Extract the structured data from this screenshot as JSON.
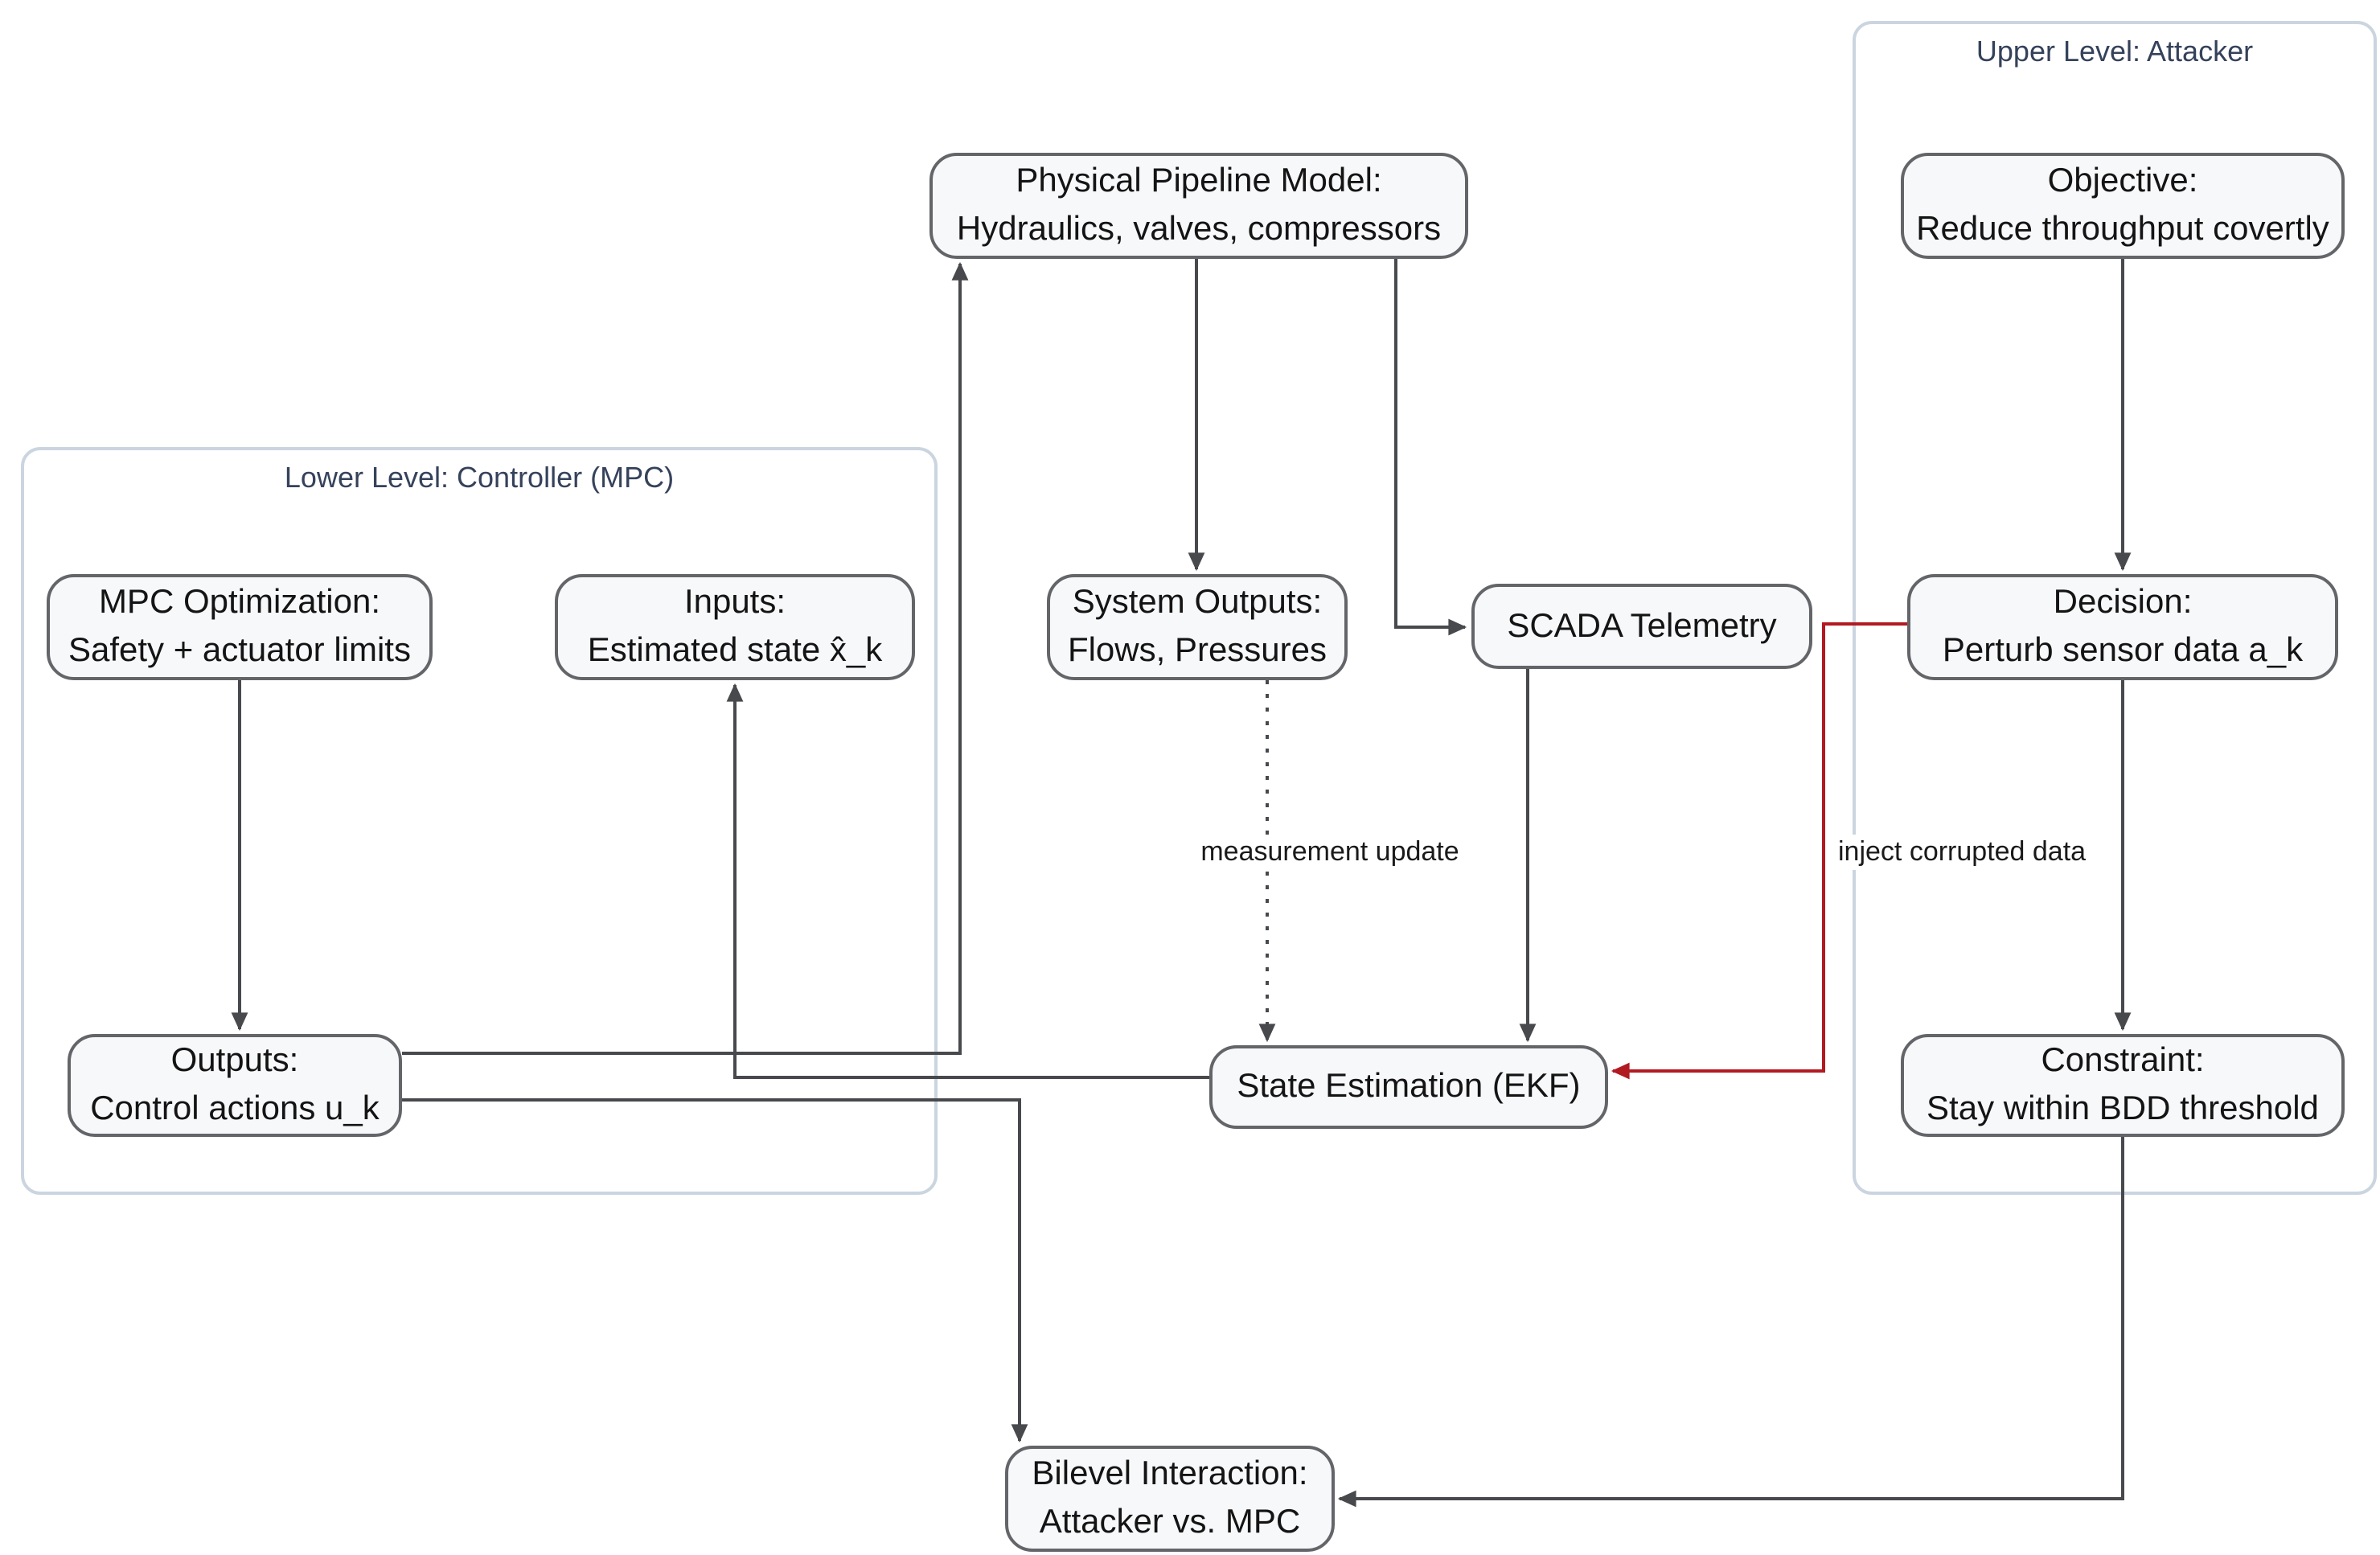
{
  "diagram": {
    "type": "flowchart",
    "clusters": {
      "lower": {
        "label": "Lower Level: Controller (MPC)"
      },
      "upper": {
        "label": "Upper Level: Attacker"
      }
    },
    "nodes": {
      "pipeline": {
        "line1": "Physical Pipeline Model:",
        "line2": "Hydraulics, valves, compressors"
      },
      "objective": {
        "line1": "Objective:",
        "line2": "Reduce throughput covertly"
      },
      "mpc": {
        "line1": "MPC Optimization:",
        "line2": "Safety + actuator limits"
      },
      "inputs": {
        "line1": "Inputs:",
        "line2": "Estimated state x̂_k"
      },
      "sysout": {
        "line1": "System Outputs:",
        "line2": "Flows, Pressures"
      },
      "scada": {
        "line1": "SCADA Telemetry"
      },
      "decision": {
        "line1": "Decision:",
        "line2": "Perturb sensor data a_k"
      },
      "outputs": {
        "line1": "Outputs:",
        "line2": "Control actions u_k"
      },
      "ekf": {
        "line1": "State Estimation (EKF)"
      },
      "constraint": {
        "line1": "Constraint:",
        "line2": "Stay within BDD threshold"
      },
      "bilevel": {
        "line1": "Bilevel Interaction:",
        "line2": "Attacker vs. MPC"
      }
    },
    "edge_labels": {
      "measurement": "measurement update",
      "inject": "inject corrupted data"
    },
    "edges": [
      {
        "from": "mpc",
        "to": "outputs",
        "style": "solid",
        "color": "default"
      },
      {
        "from": "outputs",
        "to": "pipeline",
        "style": "solid",
        "color": "default"
      },
      {
        "from": "pipeline",
        "to": "sysout",
        "style": "solid",
        "color": "default"
      },
      {
        "from": "pipeline",
        "to": "scada",
        "style": "solid",
        "color": "default"
      },
      {
        "from": "sysout",
        "to": "ekf",
        "style": "dotted",
        "color": "default",
        "label": "measurement update"
      },
      {
        "from": "scada",
        "to": "ekf",
        "style": "solid",
        "color": "default"
      },
      {
        "from": "ekf",
        "to": "inputs",
        "style": "solid",
        "color": "default"
      },
      {
        "from": "outputs",
        "to": "bilevel",
        "style": "solid",
        "color": "default"
      },
      {
        "from": "objective",
        "to": "decision",
        "style": "solid",
        "color": "default"
      },
      {
        "from": "decision",
        "to": "constraint",
        "style": "solid",
        "color": "default"
      },
      {
        "from": "decision",
        "to": "ekf",
        "style": "solid",
        "color": "attack",
        "label": "inject corrupted data"
      },
      {
        "from": "constraint",
        "to": "bilevel",
        "style": "solid",
        "color": "default"
      }
    ],
    "colors": {
      "node_fill": "#f7f8fa",
      "node_border": "#636569",
      "node_text": "#141414",
      "edge": "#47494d",
      "attack_edge": "#b21a21",
      "cluster_border": "#cbd5e0",
      "cluster_label": "#35425b",
      "edge_label_text": "#1a1a1a",
      "background": "#ffffff"
    }
  }
}
